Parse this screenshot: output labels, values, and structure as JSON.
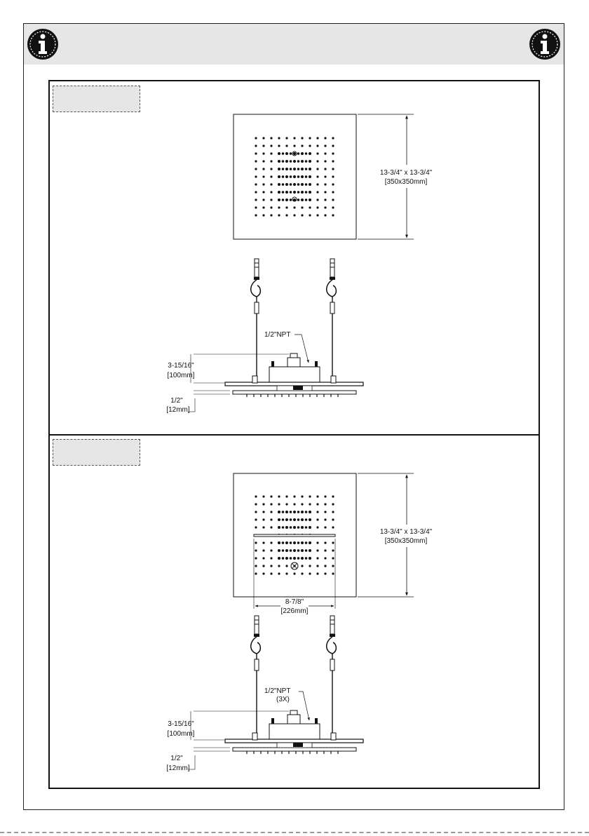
{
  "header": {
    "left_icon": "info-icon",
    "right_icon": "info-icon"
  },
  "panels": [
    {
      "size_text": [
        "13-3/4\" x 13-3/4\"",
        "[350x350mm]"
      ],
      "height_text": [
        "3-15/16\"",
        "[100mm]"
      ],
      "thickness_text": [
        "1/2\"",
        "[12mm]"
      ],
      "inlet_text": [
        "1/2\"NPT"
      ]
    },
    {
      "size_text": [
        "13-3/4\" x 13-3/4\"",
        "[350x350mm]"
      ],
      "width_text": [
        "8-7/8\"",
        "[226mm]"
      ],
      "height_text": [
        "3-15/16\"",
        "[100mm]"
      ],
      "thickness_text": [
        "1/2\"",
        "[12mm]"
      ],
      "inlet_text": [
        "1/2\"NPT",
        "(3X)"
      ]
    }
  ]
}
